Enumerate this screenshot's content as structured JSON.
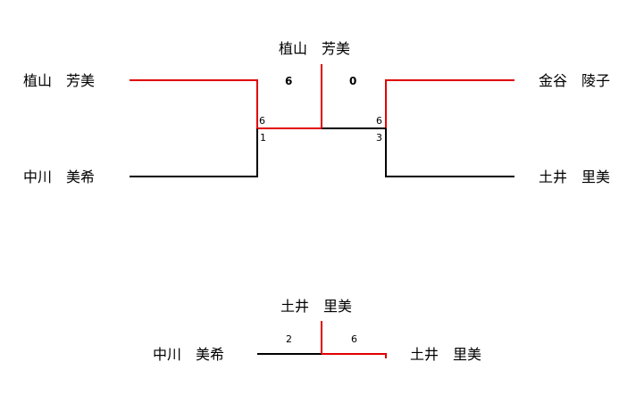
{
  "colors": {
    "winner_line": "#e00000",
    "loser_line": "#000000",
    "background": "#ffffff",
    "text": "#000000"
  },
  "final": {
    "champion": "植山　芳美",
    "left_semis": {
      "top_player": "植山　芳美",
      "bottom_player": "中川　美希",
      "top_score": "6",
      "bottom_score": "1"
    },
    "right_semis": {
      "top_player": "金谷　陵子",
      "bottom_player": "土井　里美",
      "top_score": "6",
      "bottom_score": "3"
    },
    "final_left_score": "6",
    "final_right_score": "0"
  },
  "third_place": {
    "winner": "土井　里美",
    "left_player": "中川　美希",
    "right_player": "土井　里美",
    "left_score": "2",
    "right_score": "6"
  }
}
